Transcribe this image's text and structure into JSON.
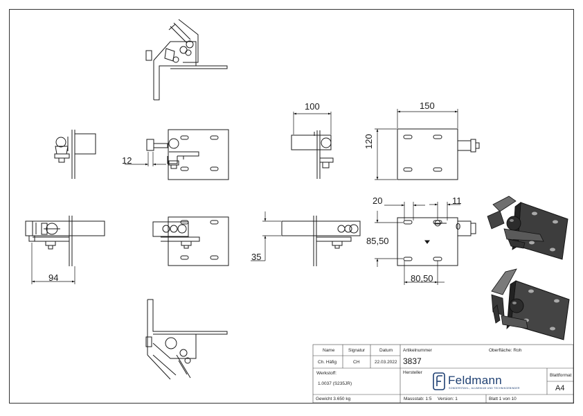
{
  "dimensions": {
    "d100": "100",
    "d150": "150",
    "d12": "12",
    "d120": "120",
    "d20": "20",
    "d11": "11",
    "d8550": "85,50",
    "d35": "35",
    "d94": "94",
    "d8050": "80,50"
  },
  "title_block": {
    "name_label": "Name",
    "signatur_label": "Signatur",
    "datum_label": "Datum",
    "name_value": "Ch. Häfig",
    "signatur_value": "CH",
    "datum_value": "22.03.2022",
    "artikelnummer_label": "Artikelnummer",
    "artikelnummer_value": "3837",
    "oberflaeche": "Oberfläche: Roh",
    "werkstoff_label": "Werkstoff:",
    "werkstoff_value": "1.0037 (S235JR)",
    "hersteller_label": "Hersteller",
    "brand_name": "Feldmann",
    "brand_tagline": "SONDERSTAHL-, ALUMINIUM UND TECHNIKGEBINDER",
    "blattformat_label": "Blattformat",
    "blattformat_value": "A4",
    "gewicht": "Gewicht 3.650 kg",
    "massstab": "Massstab: 1:5",
    "version": "Version: 1",
    "blatt": "Blatt 1 von 10"
  }
}
